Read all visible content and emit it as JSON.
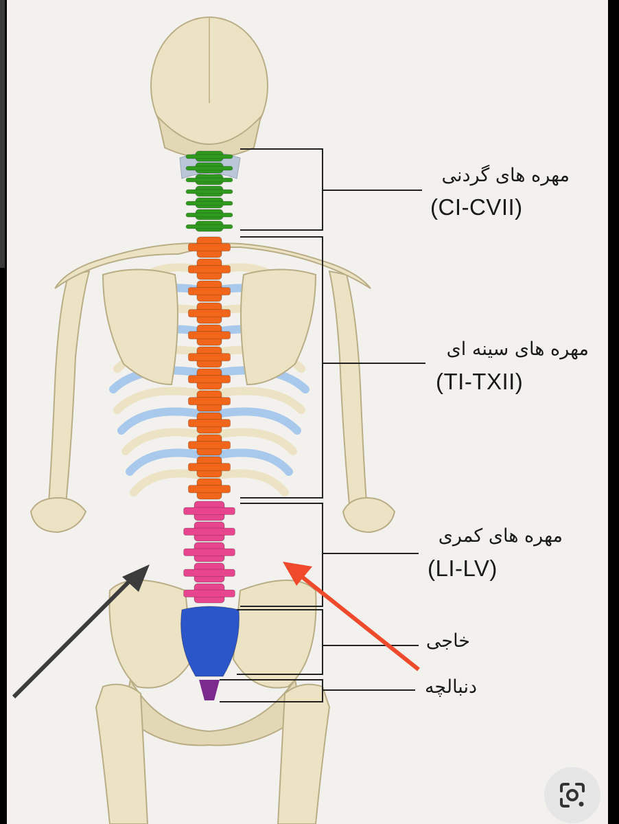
{
  "labels": {
    "cervical": {
      "name": "مهره های گردنی",
      "code": "(CI-CVII)"
    },
    "thoracic": {
      "name": "مهره های سینه ای",
      "code": "(TI-TXII)"
    },
    "lumbar": {
      "name": "مهره های کمری",
      "code": "(LI-LV)"
    },
    "sacrum": {
      "name": "خاجی"
    },
    "coccyx": {
      "name": "دنبالچه"
    }
  },
  "colors": {
    "background": "#f3f1ee",
    "bone": "#ece3c4",
    "bone_shade": "#cfc29a",
    "cervical": "#2f9a1e",
    "thoracic": "#f2661c",
    "lumbar": "#e8458f",
    "sacrum": "#2a56c9",
    "coccyx": "#7d2a8e",
    "rib_blue": "#a9c9ec",
    "arrow_red": "#f04a2c",
    "arrow_dark": "#3c3c3c"
  },
  "icons": {
    "lens": "google-lens-icon"
  }
}
